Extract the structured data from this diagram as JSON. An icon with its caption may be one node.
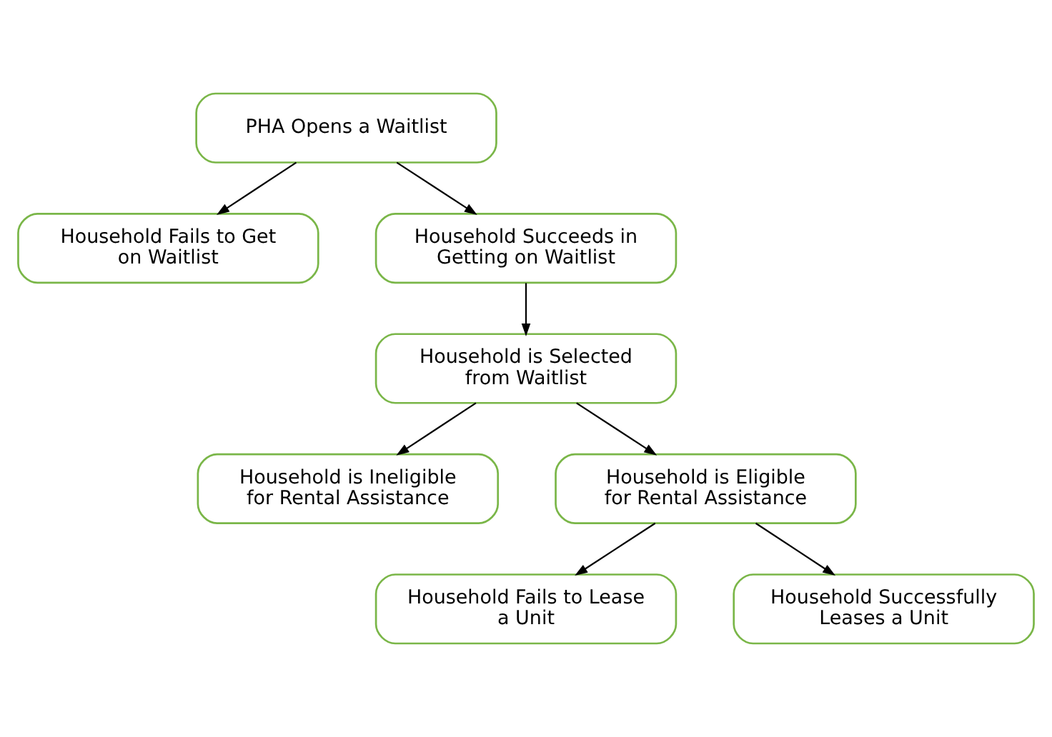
{
  "diagram": {
    "nodes": [
      {
        "text": [
          "PHA Opens a Waitlist"
        ]
      },
      {
        "text": [
          "Household Fails to Get on Waitlist"
        ]
      },
      {
        "text": [
          "Household Succeeds in Getting on Waitlist"
        ]
      },
      {
        "text": [
          "Household is Selected from Waitlist"
        ]
      },
      {
        "text": [
          "Household is Ineligible for Rental Assistance"
        ]
      },
      {
        "text": [
          "Household is Eligible for Rental Assistance"
        ]
      },
      {
        "text": [
          "Household Fails to Lease a Unit"
        ]
      },
      {
        "text": [
          "Household Successfully Leases a Unit"
        ]
      }
    ],
    "edges": [
      {
        "from": 0,
        "to": 1,
        "arrow": "to"
      },
      {
        "from": 0,
        "to": 2,
        "arrow": "to"
      },
      {
        "from": 2,
        "to": 3,
        "arrow": "to"
      },
      {
        "from": 3,
        "to": 4,
        "arrow": "to"
      },
      {
        "from": 3,
        "to": 5,
        "arrow": "to"
      },
      {
        "from": 5,
        "to": 6,
        "arrow": "to"
      },
      {
        "from": 5,
        "to": 7,
        "arrow": "to"
      }
    ]
  }
}
